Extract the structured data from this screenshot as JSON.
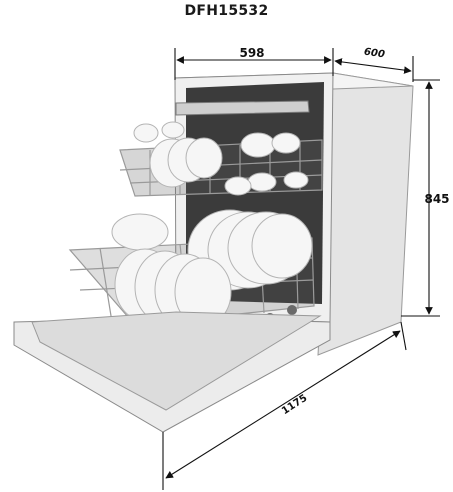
{
  "title": "DFH15532",
  "dimensions": {
    "width": "598",
    "depth": "600",
    "height": "845",
    "depth_door_open": "1175"
  },
  "colors": {
    "line": "#111111",
    "body": "#f3f3f3",
    "body_side": "#e4e4e4",
    "door": "#ececec",
    "interior": "#3b3b3b",
    "rack": "#9a9a9a",
    "plate": "#f6f6f6"
  }
}
